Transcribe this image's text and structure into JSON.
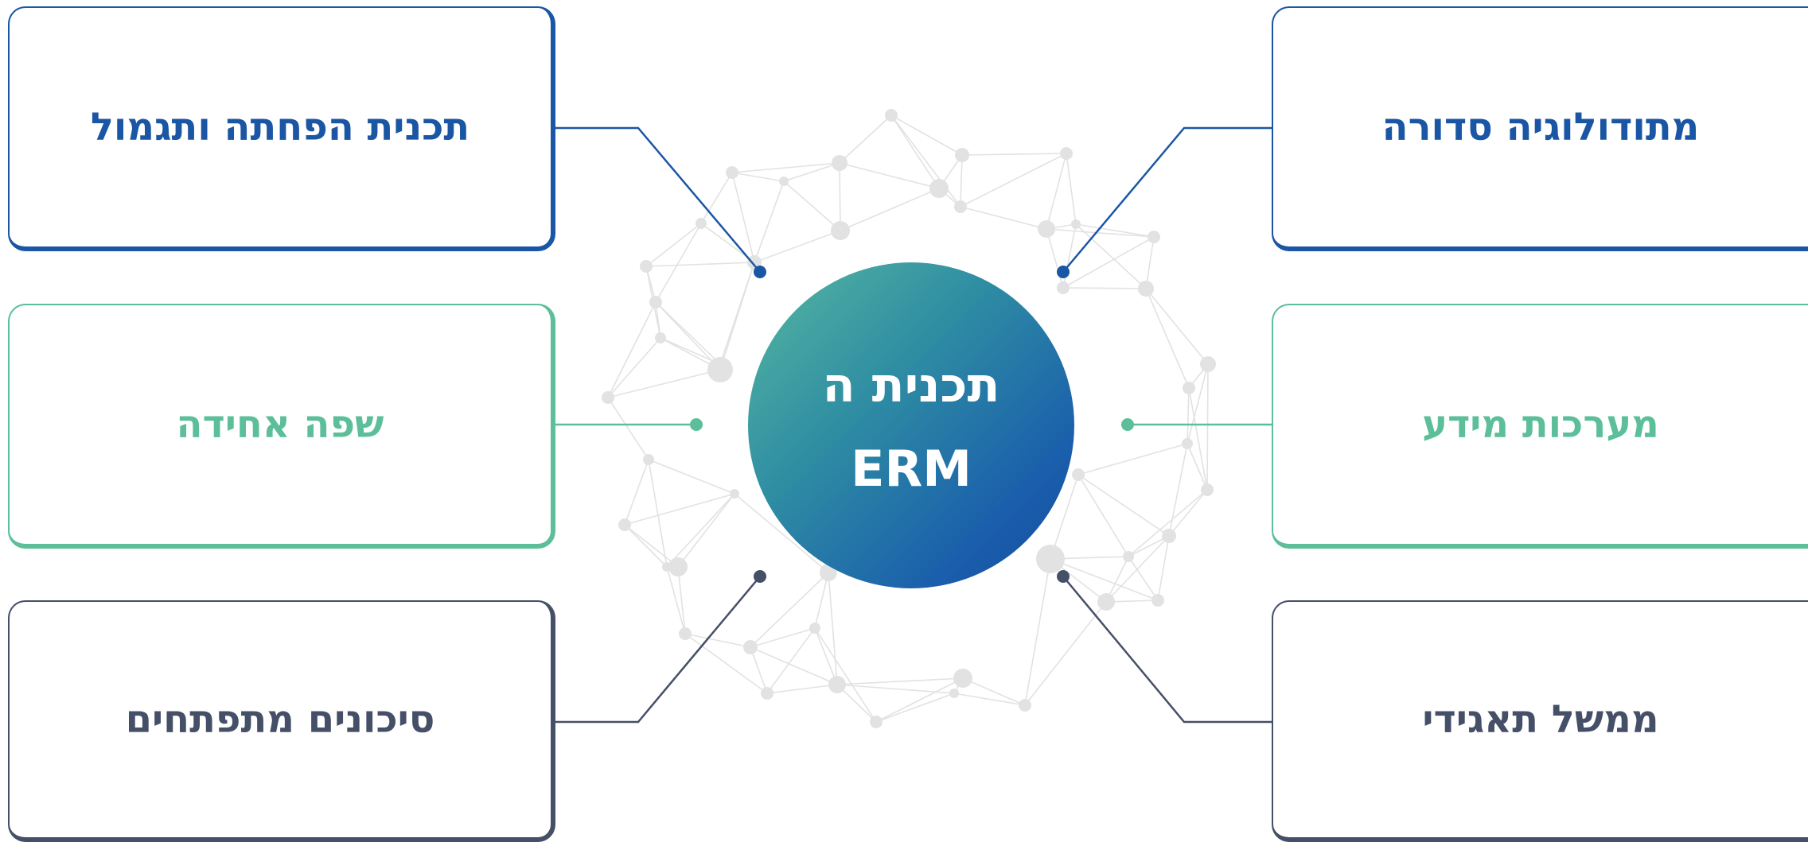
{
  "colors": {
    "blue": "#1a56a4",
    "green": "#5cbf9a",
    "slate": "#454f68",
    "network": "#e2e2e2",
    "center_gradient": [
      "#56b8a0",
      "#1a5eac"
    ]
  },
  "center": {
    "line1": "תכנית ה",
    "line2": "ERM"
  },
  "boxes": {
    "left_top": "תכנית הפחתה ותגמול",
    "left_middle": "שפה אחידה",
    "left_bottom": "סיכונים מתפתחים",
    "right_top": "מתודולוגיה סדורה",
    "right_middle": "מערכות מידע",
    "right_bottom": "ממשל תאגידי"
  }
}
